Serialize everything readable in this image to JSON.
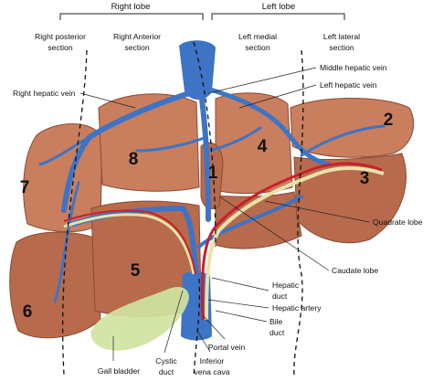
{
  "lobes": {
    "right": "Right lobe",
    "left": "Left lobe"
  },
  "sections": {
    "right_posterior": [
      "Right posterior",
      "section"
    ],
    "right_anterior": [
      "Right Anterior",
      "section"
    ],
    "left_medial": [
      "Left medial",
      "section"
    ],
    "left_lateral": [
      "Left lateral",
      "section"
    ]
  },
  "segments": [
    "1",
    "2",
    "3",
    "4",
    "5",
    "6",
    "7",
    "8"
  ],
  "labels": {
    "middle_hepatic_vein": "Middle hepatic vein",
    "left_hepatic_vein": "Left hepatic vein",
    "right_hepatic_vein": "Right hepatic vein",
    "quadrate_lobe": "Quadrate lobe",
    "caudate_lobe": "Caudate lobe",
    "hepatic_duct": [
      "Hepatic",
      "duct"
    ],
    "hepatic_artery": "Hepatic artery",
    "bile_duct": [
      "Bile",
      "duct"
    ],
    "portal_vein": "Portal vein",
    "gall_bladder": "Gall bladder",
    "cystic_duct": [
      "Cystic",
      "duct"
    ],
    "inferior_vena_cava": [
      "Inferior",
      "vena cava"
    ]
  },
  "colors": {
    "liver": "#c97e5e",
    "vein": "#3d74c6",
    "artery": "#c8202a",
    "duct": "#e9e2a8",
    "gall_bladder": "#cfe4a0"
  }
}
